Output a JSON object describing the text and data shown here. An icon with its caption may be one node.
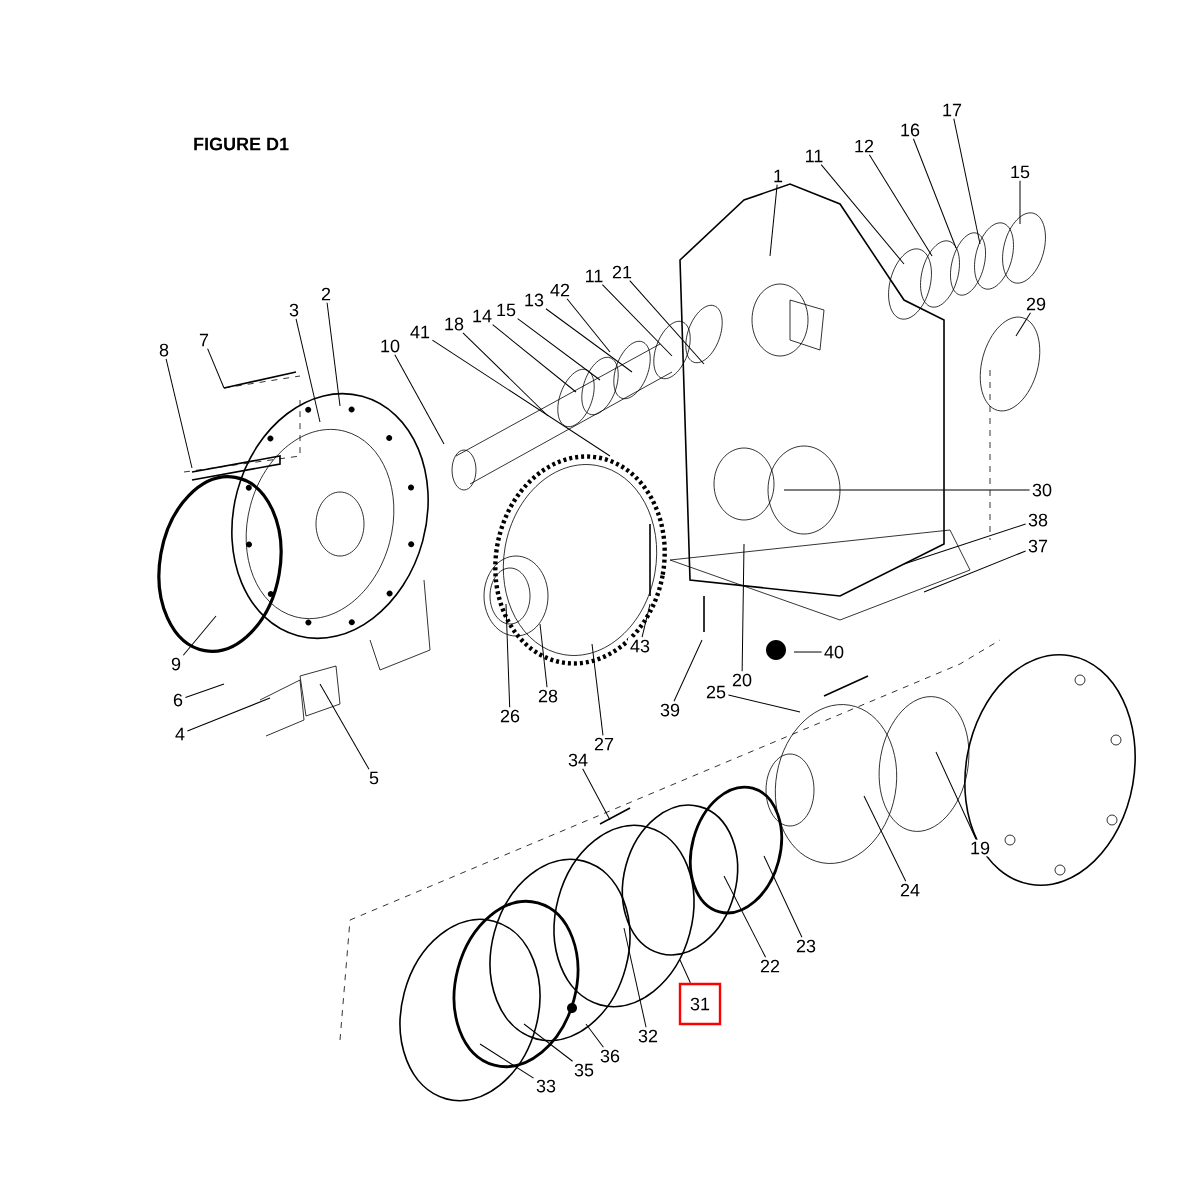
{
  "diagram": {
    "title": "FIGURE D1",
    "nodes": [
      {
        "text": [
          "1"
        ]
      },
      {
        "text": [
          "17"
        ]
      },
      {
        "text": [
          "16"
        ]
      },
      {
        "text": [
          "12"
        ]
      },
      {
        "text": [
          "11"
        ]
      },
      {
        "text": [
          "15"
        ]
      },
      {
        "text": [
          "21"
        ]
      },
      {
        "text": [
          "11"
        ]
      },
      {
        "text": [
          "42"
        ]
      },
      {
        "text": [
          "2"
        ]
      },
      {
        "text": [
          "13"
        ]
      },
      {
        "text": [
          "29"
        ]
      },
      {
        "text": [
          "3"
        ]
      },
      {
        "text": [
          "15"
        ]
      },
      {
        "text": [
          "14"
        ]
      },
      {
        "text": [
          "18"
        ]
      },
      {
        "text": [
          "7"
        ]
      },
      {
        "text": [
          "41"
        ]
      },
      {
        "text": [
          "10"
        ]
      },
      {
        "text": [
          "8"
        ]
      },
      {
        "text": [
          "30"
        ]
      },
      {
        "text": [
          "38"
        ]
      },
      {
        "text": [
          "37"
        ]
      },
      {
        "text": [
          "43"
        ]
      },
      {
        "text": [
          "40"
        ]
      },
      {
        "text": [
          "9"
        ]
      },
      {
        "text": [
          "20"
        ]
      },
      {
        "text": [
          "25"
        ]
      },
      {
        "text": [
          "28"
        ]
      },
      {
        "text": [
          "6"
        ]
      },
      {
        "text": [
          "39"
        ]
      },
      {
        "text": [
          "26"
        ]
      },
      {
        "text": [
          "4"
        ]
      },
      {
        "text": [
          "27"
        ]
      },
      {
        "text": [
          "34"
        ]
      },
      {
        "text": [
          "5"
        ]
      },
      {
        "text": [
          "19"
        ]
      },
      {
        "text": [
          "24"
        ]
      },
      {
        "text": [
          "23"
        ]
      },
      {
        "text": [
          "22"
        ]
      },
      {
        "text": [
          "31"
        ]
      },
      {
        "text": [
          "32"
        ]
      },
      {
        "text": [
          "36"
        ]
      },
      {
        "text": [
          "35"
        ]
      },
      {
        "text": [
          "33"
        ]
      }
    ],
    "edges": [
      {
        "from": 0,
        "to": null,
        "arrow": "none"
      },
      {
        "from": 1,
        "to": null,
        "arrow": "none"
      },
      {
        "from": 2,
        "to": null,
        "arrow": "none"
      },
      {
        "from": 3,
        "to": null,
        "arrow": "none"
      },
      {
        "from": 4,
        "to": null,
        "arrow": "none"
      },
      {
        "from": 5,
        "to": null,
        "arrow": "none"
      },
      {
        "from": 6,
        "to": null,
        "arrow": "none"
      },
      {
        "from": 7,
        "to": null,
        "arrow": "none"
      },
      {
        "from": 8,
        "to": null,
        "arrow": "none"
      },
      {
        "from": 9,
        "to": null,
        "arrow": "none"
      },
      {
        "from": 10,
        "to": null,
        "arrow": "none"
      },
      {
        "from": 11,
        "to": null,
        "arrow": "none"
      },
      {
        "from": 12,
        "to": null,
        "arrow": "none"
      },
      {
        "from": 13,
        "to": null,
        "arrow": "none"
      },
      {
        "from": 14,
        "to": null,
        "arrow": "none"
      },
      {
        "from": 15,
        "to": null,
        "arrow": "none"
      },
      {
        "from": 16,
        "to": null,
        "arrow": "none"
      },
      {
        "from": 17,
        "to": null,
        "arrow": "none"
      },
      {
        "from": 18,
        "to": null,
        "arrow": "none"
      },
      {
        "from": 19,
        "to": null,
        "arrow": "none"
      },
      {
        "from": 20,
        "to": null,
        "arrow": "none"
      },
      {
        "from": 21,
        "to": null,
        "arrow": "none"
      },
      {
        "from": 22,
        "to": null,
        "arrow": "none"
      },
      {
        "from": 23,
        "to": null,
        "arrow": "none"
      },
      {
        "from": 24,
        "to": null,
        "arrow": "none"
      },
      {
        "from": 25,
        "to": null,
        "arrow": "none"
      },
      {
        "from": 26,
        "to": null,
        "arrow": "none"
      },
      {
        "from": 27,
        "to": null,
        "arrow": "none"
      },
      {
        "from": 28,
        "to": null,
        "arrow": "none"
      },
      {
        "from": 29,
        "to": null,
        "arrow": "none"
      },
      {
        "from": 30,
        "to": null,
        "arrow": "none"
      },
      {
        "from": 31,
        "to": null,
        "arrow": "none"
      },
      {
        "from": 32,
        "to": null,
        "arrow": "none"
      },
      {
        "from": 33,
        "to": null,
        "arrow": "none"
      },
      {
        "from": 34,
        "to": null,
        "arrow": "none"
      },
      {
        "from": 35,
        "to": null,
        "arrow": "none"
      },
      {
        "from": 36,
        "to": null,
        "arrow": "none"
      },
      {
        "from": 37,
        "to": null,
        "arrow": "none"
      },
      {
        "from": 38,
        "to": null,
        "arrow": "none"
      },
      {
        "from": 39,
        "to": null,
        "arrow": "none"
      },
      {
        "from": 40,
        "to": null,
        "arrow": "none"
      },
      {
        "from": 41,
        "to": null,
        "arrow": "none"
      },
      {
        "from": 42,
        "to": null,
        "arrow": "none"
      },
      {
        "from": 43,
        "to": null,
        "arrow": "none"
      },
      {
        "from": 44,
        "to": null,
        "arrow": "none"
      }
    ]
  }
}
